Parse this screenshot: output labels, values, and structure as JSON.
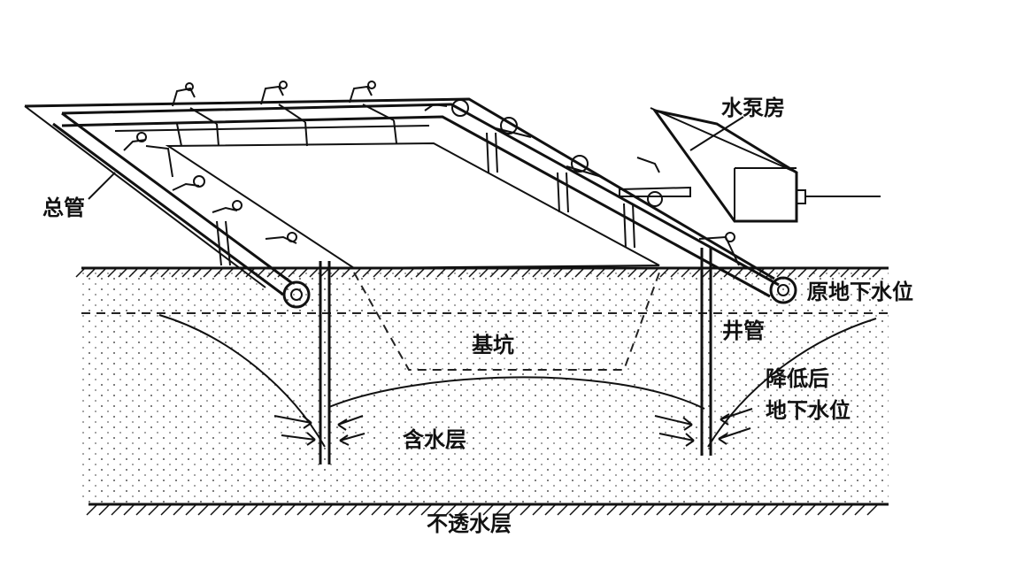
{
  "labels": {
    "pump_house": "水泵房",
    "header_pipe": "总管",
    "original_water_level": "原地下水位",
    "well_pipe": "井管",
    "foundation_pit": "基坑",
    "lowered_line1": "降低后",
    "lowered_line2": "地下水位",
    "aquifer": "含水层",
    "impermeable_layer": "不透水层"
  },
  "colors": {
    "ink": "#111111",
    "soil_dot": "#555555",
    "background": "#ffffff"
  }
}
